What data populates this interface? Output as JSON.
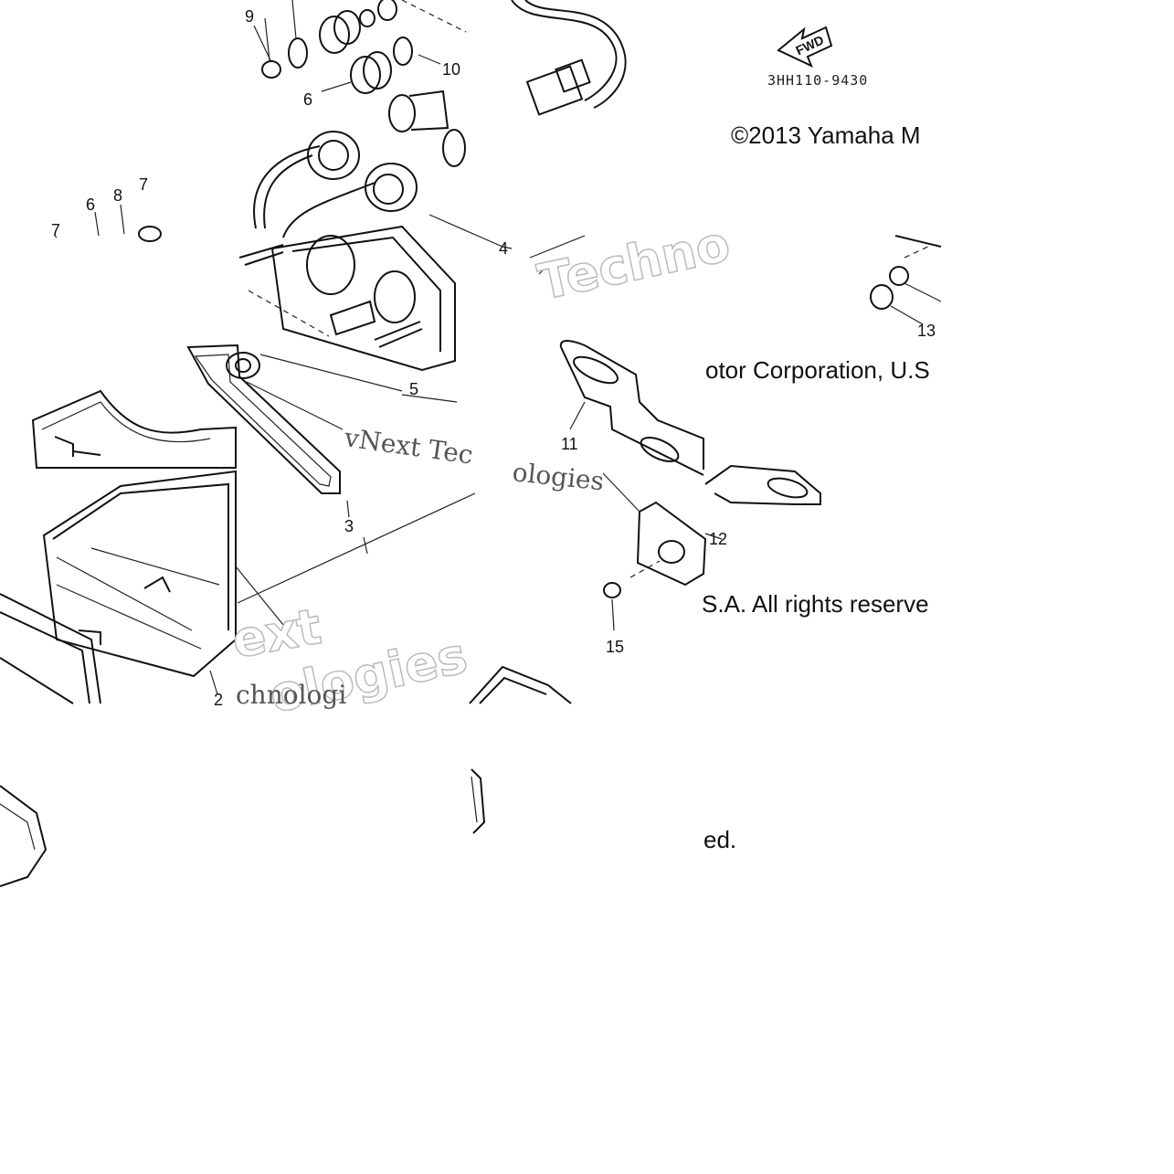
{
  "diagram": {
    "part_code": "3HH110-9430",
    "fwd_label": "FWD",
    "copyright_segments": [
      "©2013 Yamaha M",
      "otor Corporation, U.S",
      "S.A. All rights reserve",
      "ed."
    ],
    "watermark_texts": [
      "Techno",
      "vNext Tec",
      "ologies",
      "ext",
      "ologies",
      "chnologi"
    ],
    "callouts": [
      "9",
      "6",
      "10",
      "7",
      "6",
      "8",
      "7",
      "4",
      "5",
      "3",
      "2",
      "11",
      "12",
      "13",
      "15"
    ]
  },
  "colors": {
    "ink": "#111111",
    "paper": "#ffffff",
    "watermark": "#bbbbbb"
  }
}
